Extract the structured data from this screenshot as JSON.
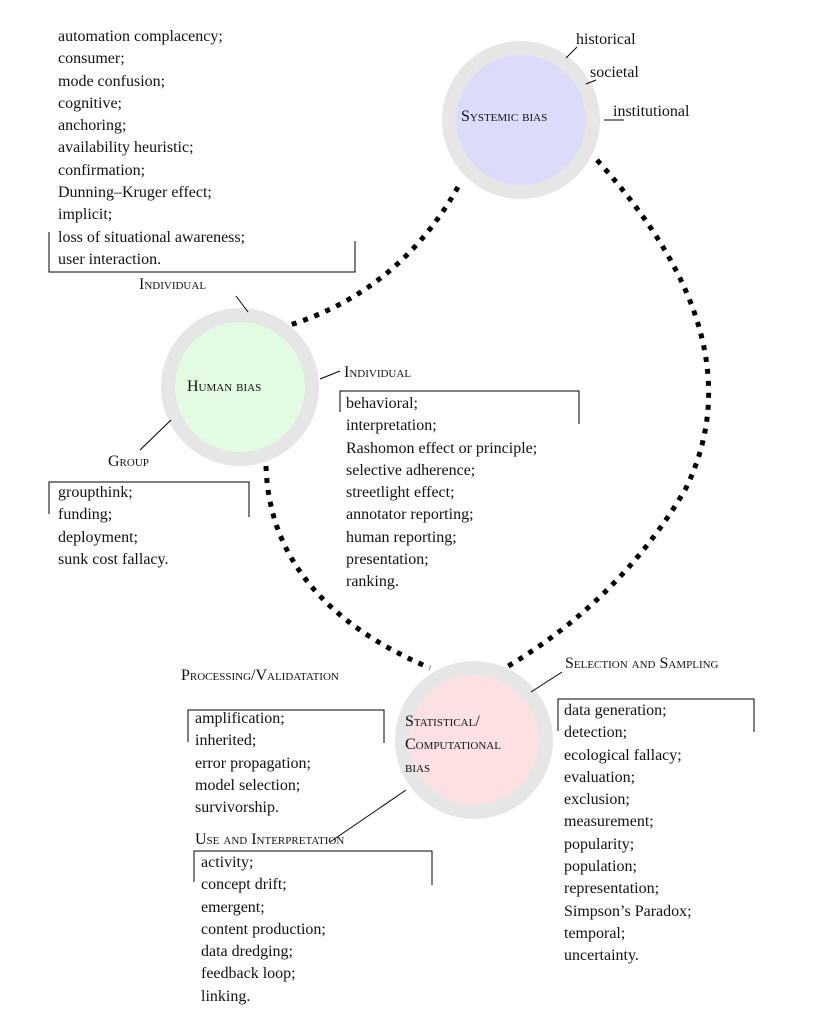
{
  "colors": {
    "ring": "#e6e6e6",
    "systemic_fill": "#dcdcfa",
    "human_fill": "#e3fbe3",
    "statistical_fill": "#fbe1e1",
    "line": "#000000"
  },
  "systemic": {
    "label": "Systemic bias",
    "tags": {
      "historical": "historical",
      "societal": "societal",
      "institutional": "institutional"
    }
  },
  "human": {
    "label": "Human bias",
    "individual_top_title": "Individual",
    "individual_top_items": [
      "automation complacency;",
      "consumer;",
      "mode confusion;",
      "cognitive;",
      "anchoring;",
      "availability heuristic;",
      "confirmation;",
      "Dunning–Kruger effect;",
      "implicit;",
      "loss of situational awareness;",
      "user interaction."
    ],
    "individual_right_title": "Individual",
    "individual_right_items": [
      "behavioral;",
      "interpretation;",
      "Rashomon effect or principle;",
      "selective adherence;",
      "streetlight effect;",
      "annotator reporting;",
      "human reporting;",
      "presentation;",
      "ranking."
    ],
    "group_title": "Group",
    "group_items": [
      "groupthink;",
      "funding;",
      "deployment;",
      "sunk cost fallacy."
    ]
  },
  "statistical": {
    "label_lines": [
      "Statistical/",
      "Computational",
      "bias"
    ],
    "processing_title": "Processing/Validatation",
    "processing_items": [
      "amplification;",
      "inherited;",
      "error propagation;",
      "model selection;",
      "survivorship."
    ],
    "use_title": "Use and Interpretation",
    "use_items": [
      "activity;",
      "concept drift;",
      "emergent;",
      "content production;",
      "data dredging;",
      "feedback loop;",
      "linking."
    ],
    "selection_title": "Selection and Sampling",
    "selection_items": [
      "data generation;",
      "detection;",
      "ecological fallacy;",
      "evaluation;",
      "exclusion;",
      "measurement;",
      "popularity;",
      "population;",
      "representation;",
      "Simpson’s Paradox;",
      "temporal;",
      "uncertainty."
    ]
  }
}
